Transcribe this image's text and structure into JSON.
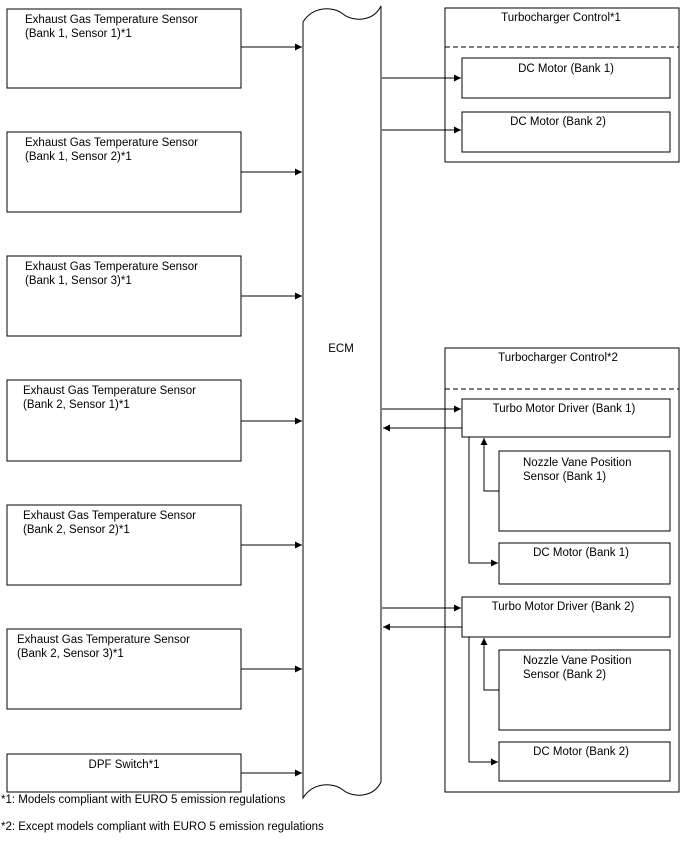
{
  "ecm": {
    "label": "ECM"
  },
  "sensors": [
    {
      "line1": "Exhaust Gas Temperature Sensor",
      "line2": "(Bank 1, Sensor 1)*1"
    },
    {
      "line1": "Exhaust Gas Temperature Sensor",
      "line2": "(Bank 1, Sensor 2)*1"
    },
    {
      "line1": "Exhaust Gas Temperature Sensor",
      "line2": "(Bank 1, Sensor 3)*1"
    },
    {
      "line1": "Exhaust Gas Temperature Sensor",
      "line2": "(Bank 2, Sensor 1)*1"
    },
    {
      "line1": "Exhaust Gas Temperature Sensor",
      "line2": "(Bank 2, Sensor 2)*1"
    },
    {
      "line1": "Exhaust Gas Temperature Sensor",
      "line2": "(Bank 2, Sensor 3)*1"
    }
  ],
  "dpf_switch": {
    "label": "DPF Switch*1"
  },
  "turbo_control_1": {
    "title": "Turbocharger Control*1",
    "motor_bank1": "DC Motor (Bank 1)",
    "motor_bank2": "DC Motor (Bank 2)"
  },
  "turbo_control_2": {
    "title": "Turbocharger Control*2",
    "driver_bank1": "Turbo Motor Driver (Bank 1)",
    "nozzle_bank1": {
      "line1": "Nozzle Vane Position",
      "line2": "Sensor (Bank 1)"
    },
    "motor_bank1": "DC Motor (Bank 1)",
    "driver_bank2": "Turbo Motor Driver (Bank 2)",
    "nozzle_bank2": {
      "line1": "Nozzle Vane Position",
      "line2": "Sensor (Bank 2)"
    },
    "motor_bank2": "DC Motor (Bank 2)"
  },
  "footnotes": {
    "note1": "*1: Models compliant with EURO 5 emission regulations",
    "note2": "*2: Except models compliant with EURO 5 emission regulations"
  }
}
